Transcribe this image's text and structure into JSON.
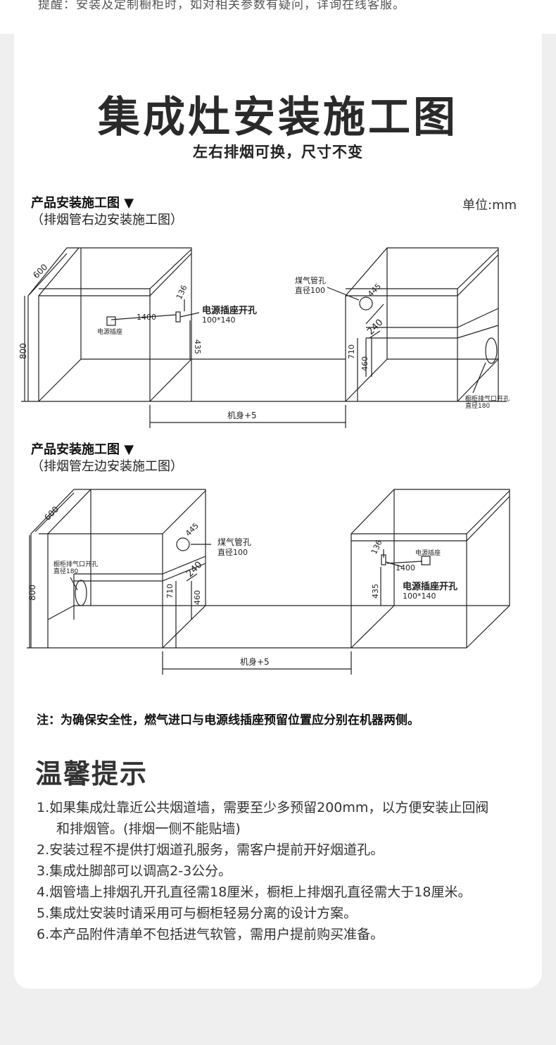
{
  "top_note": "提醒：安装及定制橱柜时，如对相关参数有疑问，详询在线客服。",
  "title": "集成灶安装施工图",
  "subtitle": "左右排烟可换，尺寸不变",
  "unit_label": "单位:mm",
  "section1": {
    "heading": "产品安装施工图 ▼",
    "sub": "（排烟管右边安装施工图）",
    "labels": {
      "depth": "600",
      "height": "800",
      "dim_1400": "1400",
      "dim_136": "136",
      "dim_435": "435",
      "socket_hole": "电源插座开孔",
      "socket_hole_size": "100*140",
      "socket": "电源插座",
      "gas_hole": "煤气管孔",
      "gas_hole_dia": "直径100",
      "dim_445": "445",
      "dim_240": "240",
      "dim_710": "710",
      "dim_460": "460",
      "exhaust_hole": "橱柜排气口开孔",
      "exhaust_hole_dia": "直径180",
      "body_width": "机身+5"
    }
  },
  "section2": {
    "heading": "产品安装施工图 ▼",
    "sub": "（排烟管左边安装施工图）",
    "labels": {
      "depth": "600",
      "height": "800",
      "exhaust_hole": "橱柜排气口开孔",
      "exhaust_hole_dia": "直径180",
      "dim_445": "445",
      "gas_hole": "煤气管孔",
      "gas_hole_dia": "直径100",
      "dim_240": "240",
      "dim_710": "710",
      "dim_460": "460",
      "dim_136": "136",
      "socket": "电源插座",
      "dim_1400": "1400",
      "socket_hole": "电源插座开孔",
      "socket_hole_size": "100*140",
      "dim_435": "435",
      "body_width": "机身+5"
    }
  },
  "note": "注：为确保安全性，燃气进口与电源线插座预留位置应分别在机器两侧。",
  "tips_title": "温馨提示",
  "tips": [
    "1.如果集成灶靠近公共烟道墙，需要至少多预留200mm，以方便安装止回阀",
    "和排烟管。(排烟一侧不能贴墙)",
    "2.安装过程不提供打烟道孔服务，需客户提前开好烟道孔。",
    "3.集成灶脚部可以调高2-3公分。",
    "4.烟管墙上排烟孔开孔直径需18厘米，橱柜上排烟孔直径需大于18厘米。",
    "5.集成灶安装时请采用可与橱柜轻易分离的设计方案。",
    "6.本产品附件清单不包括进气软管，需用户提前购买准备。"
  ]
}
